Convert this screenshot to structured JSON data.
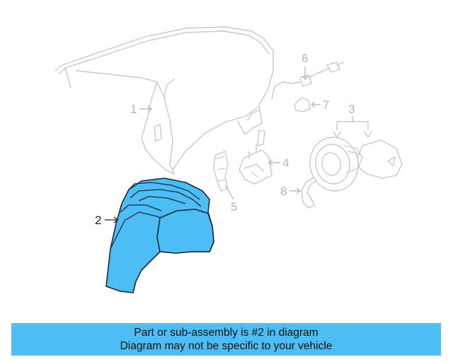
{
  "callouts": {
    "c1": "1",
    "c2": "2",
    "c3": "3",
    "c4": "4",
    "c5": "5",
    "c6": "6",
    "c7": "7",
    "c8": "8"
  },
  "colors": {
    "highlight_fill": "#4dbdf5",
    "banner_bg": "#4dbdf5",
    "line_gray": "#c8c8c8"
  },
  "banner": {
    "line1": "Part or sub-assembly is #2 in diagram",
    "line2": "Diagram may not be specific to your vehicle"
  }
}
